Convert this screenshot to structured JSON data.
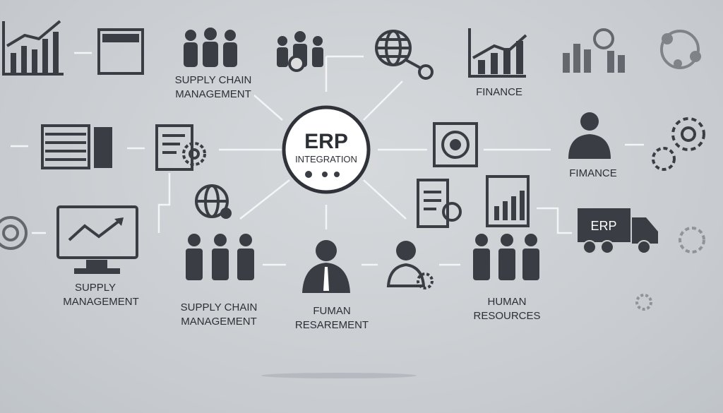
{
  "center": {
    "title": "ERP",
    "subtitle": "INTEGRATION"
  },
  "labels": {
    "top_scm": [
      "SUPPLY CHAIN",
      "MANAGEMENT"
    ],
    "finance_top": "FINANCE",
    "finance_mid": "FIMANCE",
    "supply_mgmt": [
      "SUPPLY",
      "MANAGEMENT"
    ],
    "bottom_scm": [
      "SUPPLY CHAIN",
      "MANAGEMENT"
    ],
    "fuman": [
      "FUMAN",
      "RESAREMENT"
    ],
    "hr": [
      "HUMAN",
      "RESOURCES"
    ],
    "truck": "ERP"
  },
  "colors": {
    "icon": "#3a3e44",
    "connector": "#f4f5f6",
    "background": "#c9cdd1",
    "center_fill": "#ffffff"
  }
}
